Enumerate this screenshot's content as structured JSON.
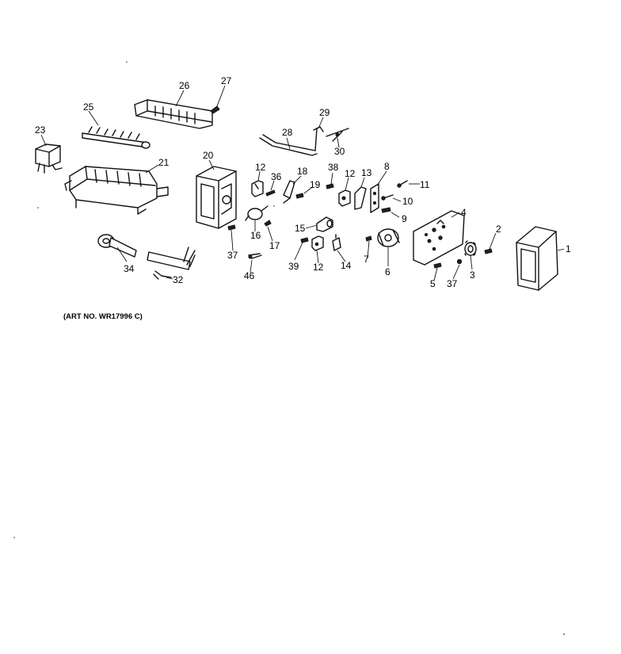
{
  "art_number": "(ART NO. WR17996 C)",
  "callouts": {
    "c1": "1",
    "c2": "2",
    "c3": "3",
    "c4": "4",
    "c5": "5",
    "c6": "6",
    "c7": "7",
    "c8": "8",
    "c9": "9",
    "c10": "10",
    "c11": "11",
    "c12a": "12",
    "c12b": "12",
    "c12c": "12",
    "c13": "13",
    "c14": "14",
    "c15": "15",
    "c16": "16",
    "c17": "17",
    "c18": "18",
    "c19": "19",
    "c20": "20",
    "c21": "21",
    "c23": "23",
    "c25": "25",
    "c26": "26",
    "c27": "27",
    "c28": "28",
    "c29": "29",
    "c30": "30",
    "c32": "32",
    "c34": "34",
    "c36": "36",
    "c37a": "37",
    "c37b": "37",
    "c38": "38",
    "c39": "39",
    "c46": "46"
  }
}
